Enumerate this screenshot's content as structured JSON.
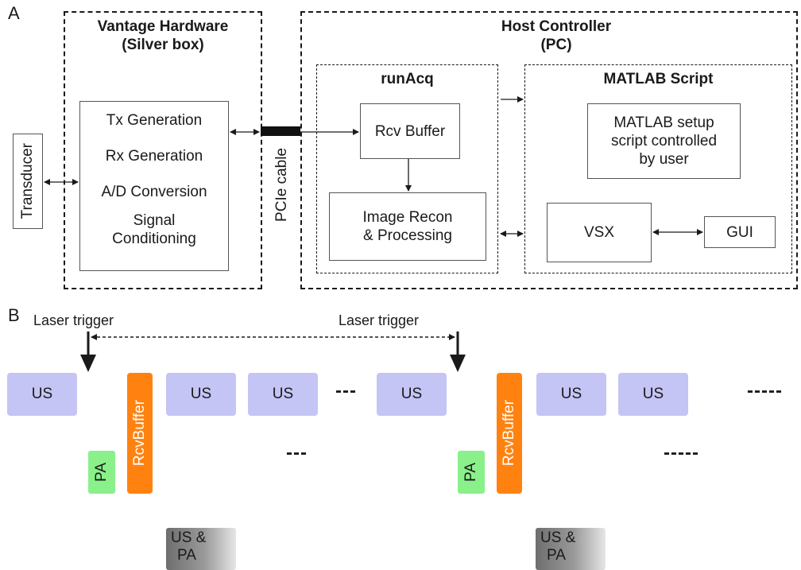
{
  "panel_a": {
    "letter": "A",
    "vantage": {
      "title_line1": "Vantage Hardware",
      "title_line2": "(Silver box)"
    },
    "transducer": "Transducer",
    "functions": [
      "Tx Generation",
      "Rx Generation",
      "A/D Conversion",
      "Signal",
      "Conditioning"
    ],
    "pcie_label": "PCIe cable",
    "host": {
      "title_line1": "Host Controller",
      "title_line2": "(PC)"
    },
    "runacq": {
      "title": "runAcq",
      "rcv_buffer": "Rcv Buffer",
      "recon_line1": "Image Recon",
      "recon_line2": "& Processing"
    },
    "matlab": {
      "title": "MATLAB Script",
      "setup_line1": "MATLAB setup",
      "setup_line2": "script controlled",
      "setup_line3": "by user",
      "vsx": "VSX",
      "gui": "GUI"
    }
  },
  "panel_b": {
    "letter": "B",
    "laser_trigger_1": "Laser trigger",
    "laser_trigger_2": "Laser trigger",
    "us_label": "US",
    "pa_label": "PA",
    "rcv_label": "RcvBuffer",
    "uspa_line1": "US &",
    "uspa_line2": "PA",
    "ellipsis_short": "---",
    "ellipsis_long": "-----"
  },
  "colors": {
    "us": "#c4c4f5",
    "pa": "#8af08a",
    "rcv_buffer": "#ff8210",
    "us_pa_dark": "#6e6e6e",
    "line": "#1a1a1a"
  }
}
